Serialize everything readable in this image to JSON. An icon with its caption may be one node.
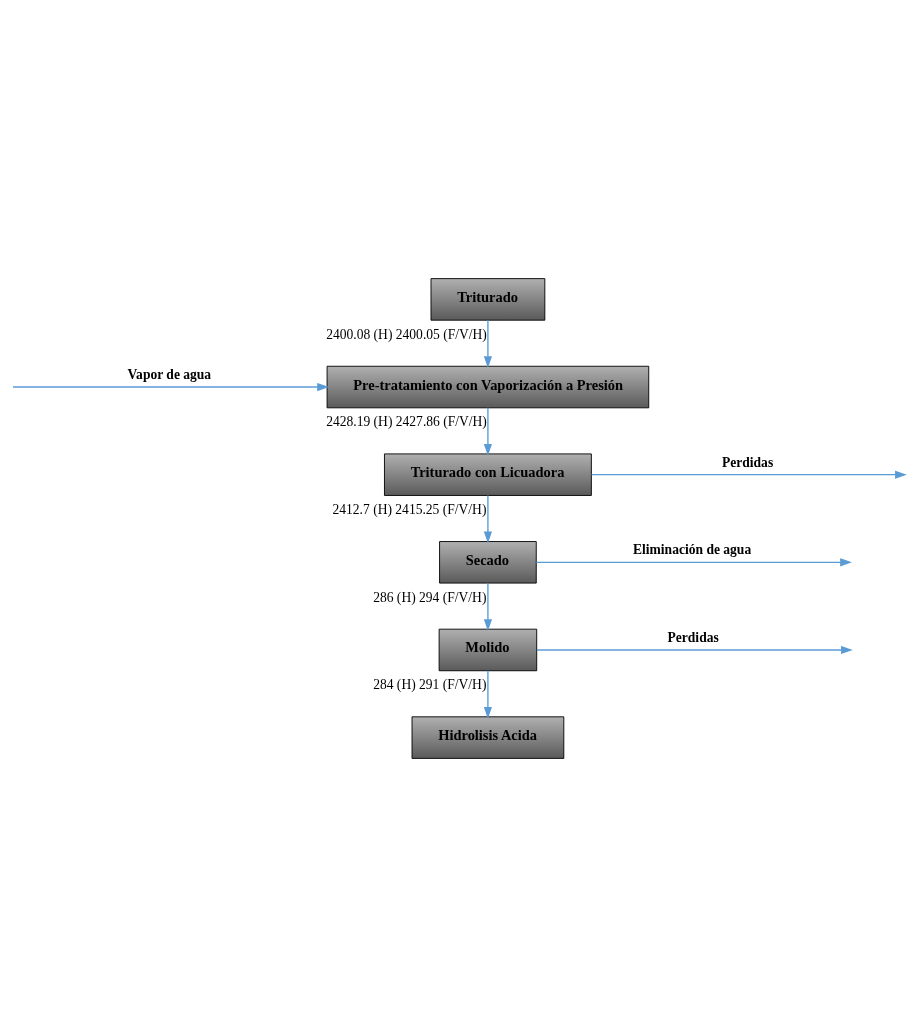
{
  "diagram": {
    "nodes": [
      {
        "text": [
          "Triturado"
        ]
      },
      {
        "text": [
          "Pre-tratamiento con Vaporización a Presión"
        ]
      },
      {
        "text": [
          "Triturado con Licuadora"
        ]
      },
      {
        "text": [
          "Secado"
        ]
      },
      {
        "text": [
          "Molido"
        ]
      },
      {
        "text": [
          "Hidrolisis Acida"
        ]
      }
    ],
    "edges": [
      {
        "from": 0,
        "to": 1,
        "arrow": "to",
        "label": "2400.08 (H) 2400.05 (F/V/H)"
      },
      {
        "from": null,
        "to": 1,
        "arrow": "to",
        "label": "Vapor de agua"
      },
      {
        "from": 1,
        "to": 2,
        "arrow": "to",
        "label": "2428.19 (H) 2427.86 (F/V/H)"
      },
      {
        "from": 2,
        "to": null,
        "arrow": "to",
        "label": "Perdidas"
      },
      {
        "from": 2,
        "to": 3,
        "arrow": "to",
        "label": "2412.7 (H) 2415.25 (F/V/H)"
      },
      {
        "from": 3,
        "to": null,
        "arrow": "to",
        "label": "Eliminación de agua"
      },
      {
        "from": 3,
        "to": 4,
        "arrow": "to",
        "label": "286 (H) 294 (F/V/H)"
      },
      {
        "from": 4,
        "to": null,
        "arrow": "to",
        "label": "Perdidas"
      },
      {
        "from": 4,
        "to": 5,
        "arrow": "to",
        "label": "284 (H) 291 (F/V/H)"
      }
    ]
  }
}
